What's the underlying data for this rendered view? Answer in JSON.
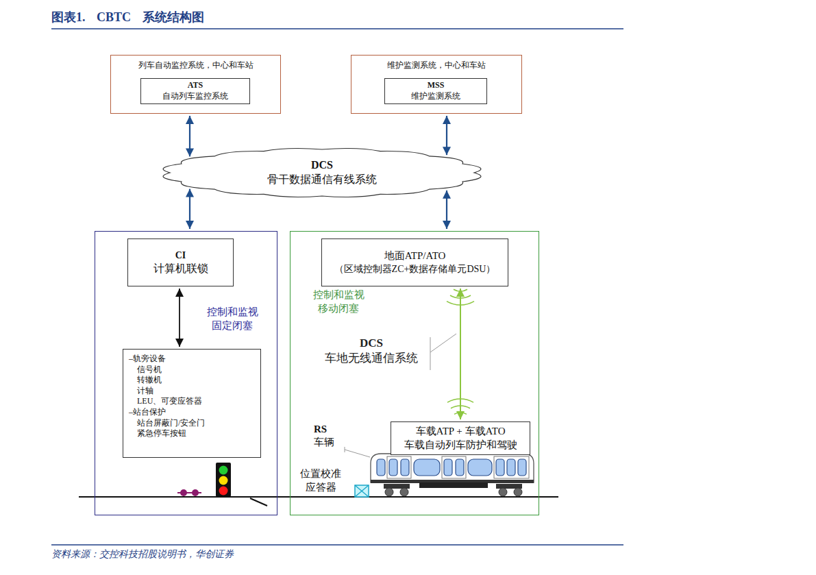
{
  "diagram": {
    "title": "图表1. CBTC 系统结构图",
    "caption": "资料来源：交控科技招股说明书，华创证券",
    "nodes": [
      {
        "text": [
          "列车自动监控系统，中心和车站"
        ]
      },
      {
        "text": [
          "ATS",
          "自动列车监控系统"
        ],
        "in": 0
      },
      {
        "text": [
          "维护监测系统，中心和车站"
        ]
      },
      {
        "text": [
          "MSS",
          "维护监测系统"
        ],
        "in": 2
      },
      {
        "text": [
          "DCS",
          "骨干数据通信有线系统"
        ]
      },
      {
        "text": [
          "控制和监视 固定闭塞"
        ]
      },
      {
        "text": [
          "CI",
          "计算机联锁"
        ],
        "in": 5
      },
      {
        "text": [
          "–轨旁设备",
          "信号机",
          "转辙机",
          "计轴",
          "LEU、可变应答器",
          "–站台保护",
          "站台屏蔽门/安全门",
          "紧急停车按钮"
        ],
        "in": 5
      },
      {
        "text": [
          "控制和监视 移动闭塞"
        ]
      },
      {
        "text": [
          "地面ATP/ATO",
          "（区域控制器ZC+数据存储单元DSU）"
        ],
        "in": 8
      },
      {
        "text": [
          "车载ATP + 车载ATO",
          "车载自动列车防护和驾驶"
        ],
        "in": 8
      }
    ],
    "edges": [
      {
        "from": 0,
        "to": 4,
        "arrow": "both"
      },
      {
        "from": 2,
        "to": 4,
        "arrow": "both"
      },
      {
        "from": 4,
        "to": 5,
        "arrow": "both"
      },
      {
        "from": 4,
        "to": 8,
        "arrow": "both"
      },
      {
        "from": 6,
        "to": 7,
        "arrow": "both"
      },
      {
        "from": 9,
        "to": 10,
        "arrow": "both",
        "label": "DCS 车地无线通信系统"
      }
    ],
    "labels": [
      "RS",
      "车辆",
      "位置校准 应答器"
    ]
  }
}
